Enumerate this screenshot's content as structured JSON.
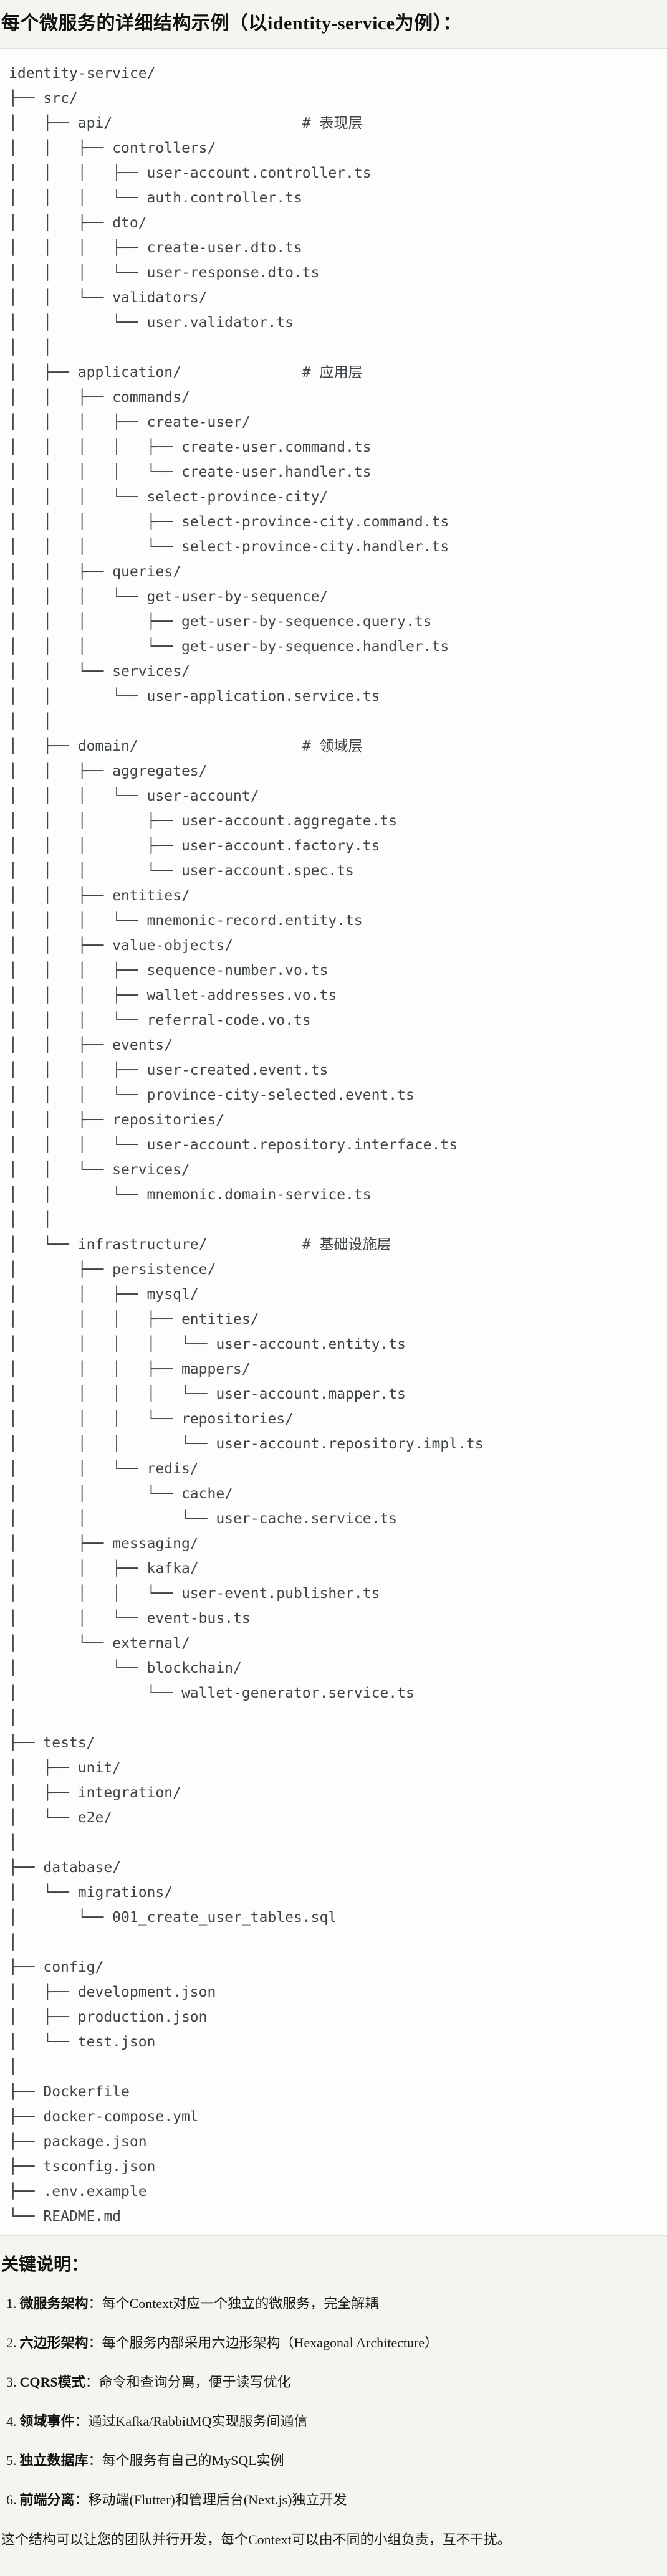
{
  "title": "每个微服务的详细结构示例（以identity-service为例）：",
  "tree_lines": [
    "identity-service/",
    "├── src/",
    "│   ├── api/                      # 表现层",
    "│   │   ├── controllers/",
    "│   │   │   ├── user-account.controller.ts",
    "│   │   │   └── auth.controller.ts",
    "│   │   ├── dto/",
    "│   │   │   ├── create-user.dto.ts",
    "│   │   │   └── user-response.dto.ts",
    "│   │   └── validators/",
    "│   │       └── user.validator.ts",
    "│   │",
    "│   ├── application/              # 应用层",
    "│   │   ├── commands/",
    "│   │   │   ├── create-user/",
    "│   │   │   │   ├── create-user.command.ts",
    "│   │   │   │   └── create-user.handler.ts",
    "│   │   │   └── select-province-city/",
    "│   │   │       ├── select-province-city.command.ts",
    "│   │   │       └── select-province-city.handler.ts",
    "│   │   ├── queries/",
    "│   │   │   └── get-user-by-sequence/",
    "│   │   │       ├── get-user-by-sequence.query.ts",
    "│   │   │       └── get-user-by-sequence.handler.ts",
    "│   │   └── services/",
    "│   │       └── user-application.service.ts",
    "│   │",
    "│   ├── domain/                   # 领域层",
    "│   │   ├── aggregates/",
    "│   │   │   └── user-account/",
    "│   │   │       ├── user-account.aggregate.ts",
    "│   │   │       ├── user-account.factory.ts",
    "│   │   │       └── user-account.spec.ts",
    "│   │   ├── entities/",
    "│   │   │   └── mnemonic-record.entity.ts",
    "│   │   ├── value-objects/",
    "│   │   │   ├── sequence-number.vo.ts",
    "│   │   │   ├── wallet-addresses.vo.ts",
    "│   │   │   └── referral-code.vo.ts",
    "│   │   ├── events/",
    "│   │   │   ├── user-created.event.ts",
    "│   │   │   └── province-city-selected.event.ts",
    "│   │   ├── repositories/",
    "│   │   │   └── user-account.repository.interface.ts",
    "│   │   └── services/",
    "│   │       └── mnemonic.domain-service.ts",
    "│   │",
    "│   └── infrastructure/           # 基础设施层",
    "│       ├── persistence/",
    "│       │   ├── mysql/",
    "│       │   │   ├── entities/",
    "│       │   │   │   └── user-account.entity.ts",
    "│       │   │   ├── mappers/",
    "│       │   │   │   └── user-account.mapper.ts",
    "│       │   │   └── repositories/",
    "│       │   │       └── user-account.repository.impl.ts",
    "│       │   └── redis/",
    "│       │       └── cache/",
    "│       │           └── user-cache.service.ts",
    "│       ├── messaging/",
    "│       │   ├── kafka/",
    "│       │   │   └── user-event.publisher.ts",
    "│       │   └── event-bus.ts",
    "│       └── external/",
    "│           └── blockchain/",
    "│               └── wallet-generator.service.ts",
    "│",
    "├── tests/",
    "│   ├── unit/",
    "│   ├── integration/",
    "│   └── e2e/",
    "│",
    "├── database/",
    "│   └── migrations/",
    "│       └── 001_create_user_tables.sql",
    "│",
    "├── config/",
    "│   ├── development.json",
    "│   ├── production.json",
    "│   └── test.json",
    "│",
    "├── Dockerfile",
    "├── docker-compose.yml",
    "├── package.json",
    "├── tsconfig.json",
    "├── .env.example",
    "└── README.md"
  ],
  "notes": {
    "heading": "关键说明：",
    "items": [
      {
        "num": "1.",
        "term": "微服务架构",
        "colon": "：",
        "desc": "每个Context对应一个独立的微服务，完全解耦"
      },
      {
        "num": "2.",
        "term": "六边形架构",
        "colon": "：",
        "desc": "每个服务内部采用六边形架构（Hexagonal Architecture）"
      },
      {
        "num": "3.",
        "term": "CQRS模式",
        "colon": "：",
        "desc": "命令和查询分离，便于读写优化"
      },
      {
        "num": "4.",
        "term": "领域事件",
        "colon": "：",
        "desc": "通过Kafka/RabbitMQ实现服务间通信"
      },
      {
        "num": "5.",
        "term": "独立数据库",
        "colon": "：",
        "desc": "每个服务有自己的MySQL实例"
      },
      {
        "num": "6.",
        "term": "前端分离",
        "colon": "：",
        "desc": "移动端(Flutter)和管理后台(Next.js)独立开发"
      }
    ],
    "footer": "这个结构可以让您的团队并行开发，每个Context可以由不同的小组负责，互不干扰。"
  }
}
